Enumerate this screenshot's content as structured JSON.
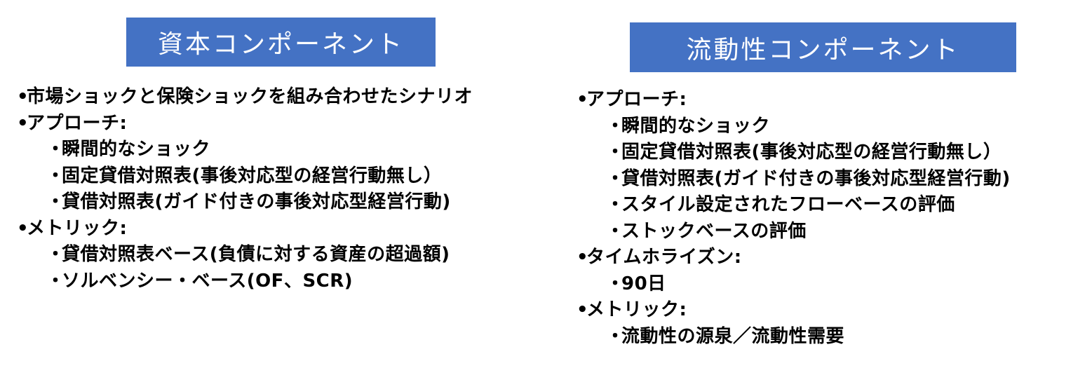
{
  "capital": {
    "title": "資本コンポーネント",
    "items": [
      {
        "level": 1,
        "bullet": "•",
        "text": "市場ショックと保険ショックを組み合わせたシナリオ"
      },
      {
        "level": 1,
        "bullet": "•",
        "text": "アプローチ:"
      },
      {
        "level": 2,
        "bullet": "・",
        "text": "瞬間的なショック"
      },
      {
        "level": 2,
        "bullet": "・",
        "text": "固定貸借対照表(事後対応型の経営行動無し）"
      },
      {
        "level": 2,
        "bullet": "・",
        "text": "貸借対照表(ガイド付きの事後対応型経営行動)"
      },
      {
        "level": 1,
        "bullet": "•",
        "text": "メトリック:"
      },
      {
        "level": 2,
        "bullet": "・",
        "text": "貸借対照表ベース(負債に対する資産の超過額)"
      },
      {
        "level": 2,
        "bullet": "・",
        "text": "ソルベンシー・ベース(OF、SCR)"
      }
    ]
  },
  "liquidity": {
    "title": "流動性コンポーネント",
    "items": [
      {
        "level": 1,
        "bullet": "•",
        "text": "アプローチ:"
      },
      {
        "level": 2,
        "bullet": "・",
        "text": "瞬間的なショック"
      },
      {
        "level": 2,
        "bullet": "・",
        "text": "固定貸借対照表(事後対応型の経営行動無し）"
      },
      {
        "level": 2,
        "bullet": "・",
        "text": "貸借対照表(ガイド付きの事後対応型経営行動)"
      },
      {
        "level": 2,
        "bullet": "・",
        "text": "スタイル設定されたフローベースの評価"
      },
      {
        "level": 2,
        "bullet": "・",
        "text": "ストックベースの評価"
      },
      {
        "level": 1,
        "bullet": "•",
        "text": "タイムホライズン:"
      },
      {
        "level": 2,
        "bullet": "・",
        "text": "90日"
      },
      {
        "level": 1,
        "bullet": "•",
        "text": "メトリック:"
      },
      {
        "level": 2,
        "bullet": "・",
        "text": "流動性の源泉／流動性需要"
      }
    ]
  },
  "colors": {
    "header_bg": "#4472C4",
    "header_text": "#ffffff",
    "body_text": "#000000"
  }
}
